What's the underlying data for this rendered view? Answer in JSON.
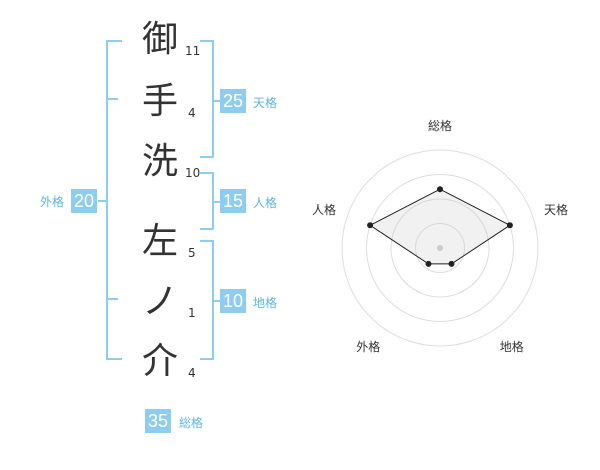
{
  "name_chars": [
    {
      "char": "御",
      "strokes": "11"
    },
    {
      "char": "手",
      "strokes": "4"
    },
    {
      "char": "洗",
      "strokes": "10"
    },
    {
      "char": "左",
      "strokes": "5"
    },
    {
      "char": "ノ",
      "strokes": "1"
    },
    {
      "char": "介",
      "strokes": "4"
    }
  ],
  "fortune": {
    "tenkaku": {
      "label": "天格",
      "value": "25"
    },
    "jinkaku": {
      "label": "人格",
      "value": "15"
    },
    "chikaku": {
      "label": "地格",
      "value": "10"
    },
    "gaikaku": {
      "label": "外格",
      "value": "20"
    },
    "soukaku": {
      "label": "総格",
      "value": "35"
    }
  },
  "colors": {
    "accent": "#8ecdf0",
    "label": "#5bb6e6",
    "text": "#333333"
  },
  "chart_data": {
    "type": "radar",
    "axes": [
      "総格",
      "天格",
      "地格",
      "外格",
      "人格"
    ],
    "values": [
      0.6,
      0.75,
      0.2,
      0.2,
      0.75
    ],
    "rings": 4,
    "range": [
      0,
      1
    ]
  }
}
